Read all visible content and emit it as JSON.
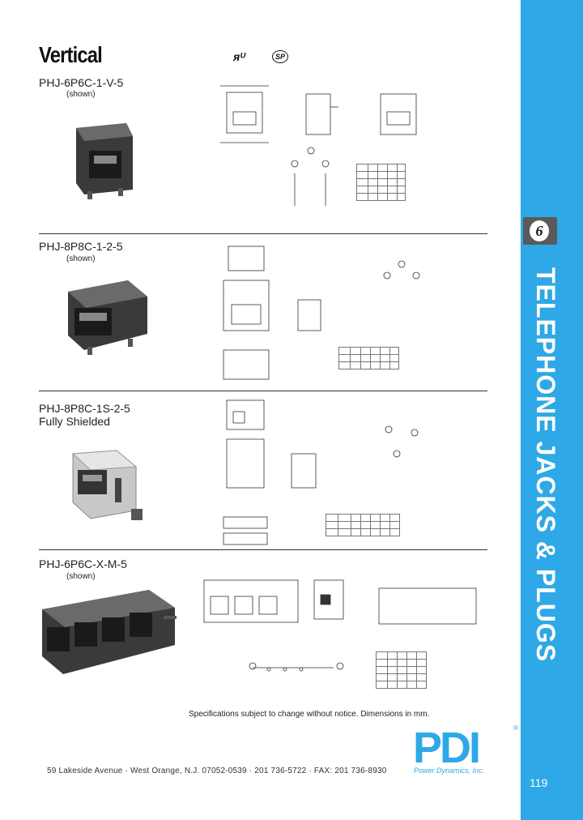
{
  "page": {
    "heading": "Vertical",
    "cert_ul": "ᴙᵁ",
    "cert_csa": "SP",
    "note": "Specifications subject to change without notice. Dimensions in mm.",
    "address": "59 Lakeside Avenue · West Orange, N.J. 07052-0539 · 201 736-5722 · FAX: 201 736-8930",
    "page_number": "119"
  },
  "sidebar": {
    "chapter_number": "6",
    "title": "TELEPHONE JACKS & PLUGS",
    "color": "#2ea8e6"
  },
  "logo": {
    "text": "PDI",
    "subtitle": "Power Dynamics, Inc.",
    "reg": "®"
  },
  "products": [
    {
      "part": "PHJ-6P6C-1-V-5",
      "caption": "(shown)"
    },
    {
      "part": "PHJ-8P8C-1-2-5",
      "caption": "(shown)"
    },
    {
      "part": "PHJ-8P8C-1S-2-5",
      "caption": "Fully Shielded"
    },
    {
      "part": "PHJ-6P6C-X-M-5",
      "caption": "(shown)"
    }
  ]
}
